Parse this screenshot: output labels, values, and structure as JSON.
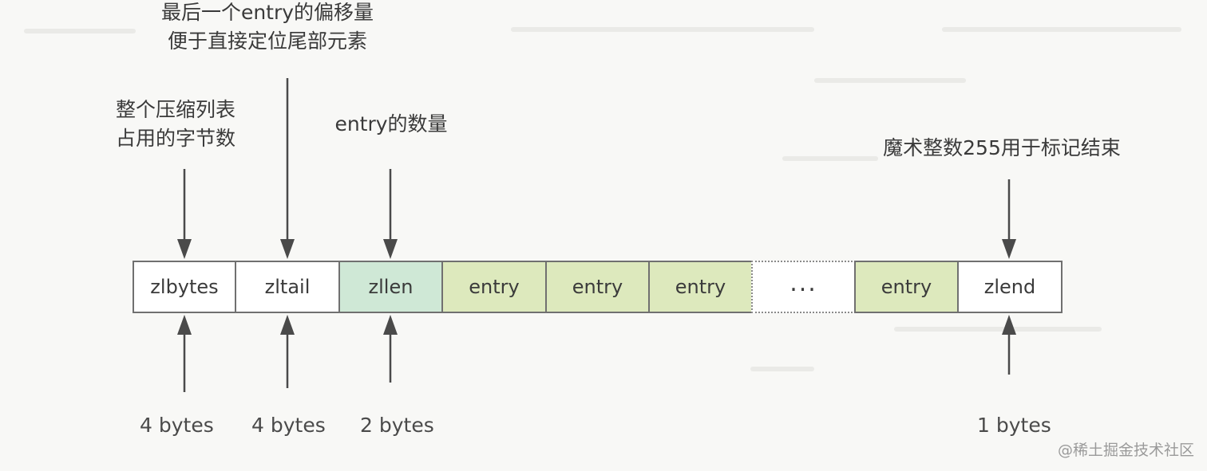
{
  "annotations": {
    "zltail_desc": [
      "最后一个entry的偏移量",
      "便于直接定位尾部元素"
    ],
    "zlbytes_desc": [
      "整个压缩列表",
      "占用的字节数"
    ],
    "zllen_desc": [
      "entry的数量"
    ],
    "zlend_desc": [
      "魔术整数255用于标记结束"
    ]
  },
  "cells": [
    {
      "label": "zlbytes",
      "fill": "#ffffff"
    },
    {
      "label": "zltail",
      "fill": "#ffffff"
    },
    {
      "label": "zllen",
      "fill": "#cfe8d6"
    },
    {
      "label": "entry",
      "fill": "#dde9bd"
    },
    {
      "label": "entry",
      "fill": "#dde9bd"
    },
    {
      "label": "entry",
      "fill": "#dde9bd"
    },
    {
      "label": "...",
      "fill": "#ffffff"
    },
    {
      "label": "entry",
      "fill": "#dde9bd"
    },
    {
      "label": "zlend",
      "fill": "#ffffff"
    }
  ],
  "sizes": {
    "zlbytes": "4 bytes",
    "zltail": "4 bytes",
    "zllen": "2 bytes",
    "zlend": "1 bytes"
  },
  "watermark": "@稀土掘金技术社区"
}
